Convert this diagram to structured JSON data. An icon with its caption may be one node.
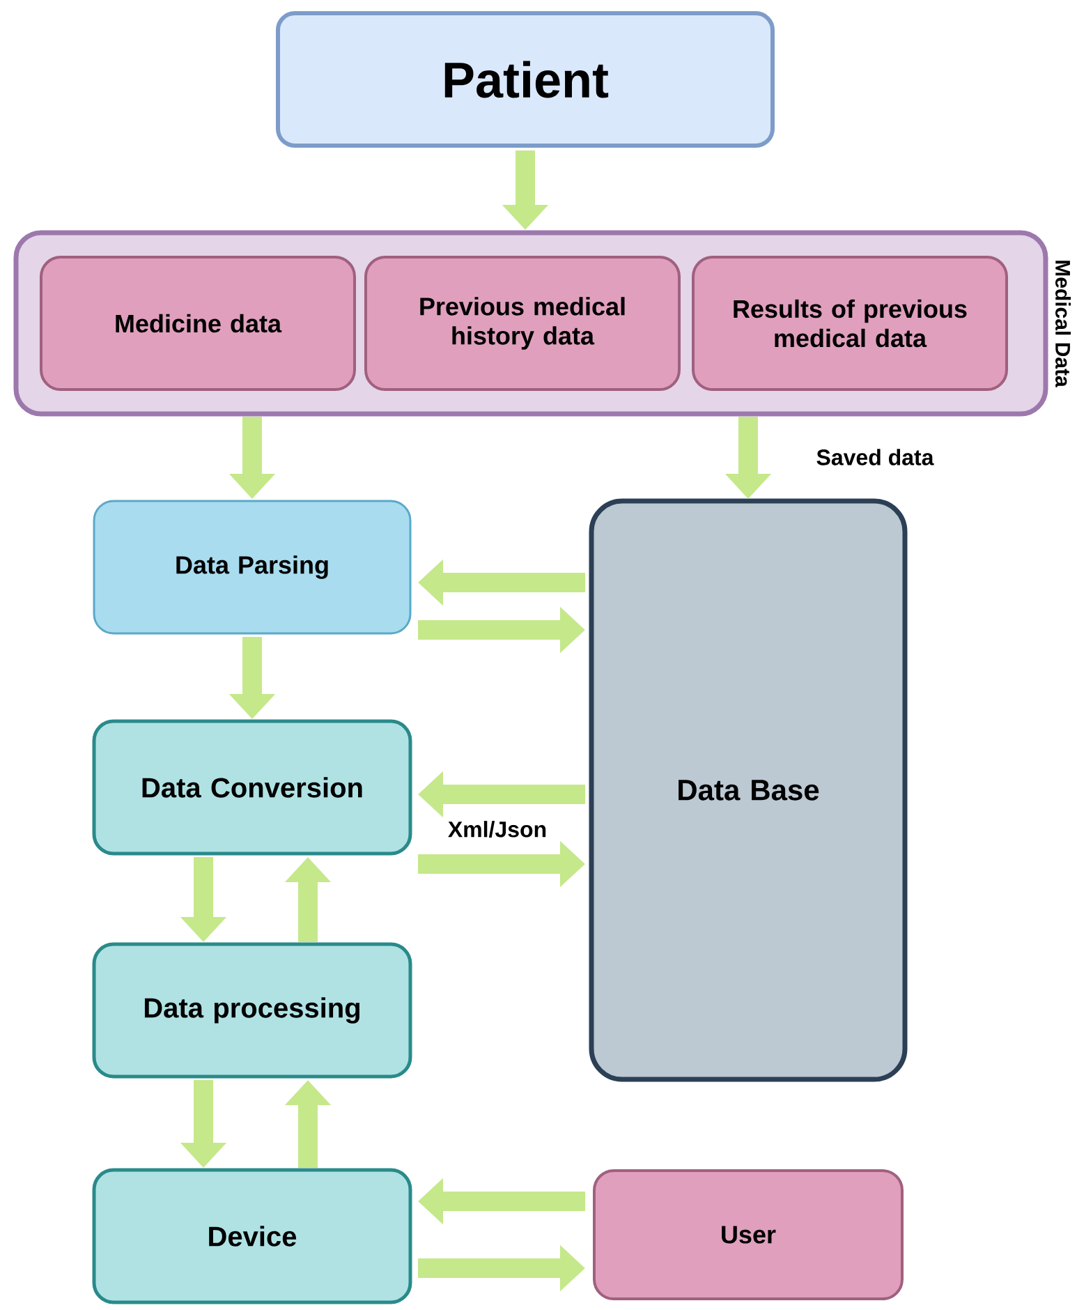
{
  "diagram": {
    "nodes": [
      {
        "text": [
          "Patient"
        ]
      },
      {
        "text": [
          "Medical Data"
        ]
      },
      {
        "text": [
          "Medicine data"
        ],
        "in": 1
      },
      {
        "text": [
          "Previous medical history data"
        ],
        "in": 1
      },
      {
        "text": [
          "Results of previous medical data"
        ],
        "in": 1
      },
      {
        "text": [
          "Data Parsing"
        ]
      },
      {
        "text": [
          "Data Conversion"
        ]
      },
      {
        "text": [
          "Data processing"
        ]
      },
      {
        "text": [
          "Device"
        ]
      },
      {
        "text": [
          "Data Base"
        ]
      },
      {
        "text": [
          "User"
        ]
      }
    ],
    "edges": [
      {
        "from": 0,
        "to": 1,
        "arrow": "to"
      },
      {
        "from": 1,
        "to": 5,
        "arrow": "to"
      },
      {
        "from": 1,
        "to": 9,
        "arrow": "to",
        "label": "Saved data"
      },
      {
        "from": 9,
        "to": 5,
        "arrow": "to"
      },
      {
        "from": 5,
        "to": 9,
        "arrow": "to"
      },
      {
        "from": 5,
        "to": 6,
        "arrow": "to"
      },
      {
        "from": 9,
        "to": 6,
        "arrow": "to"
      },
      {
        "from": 6,
        "to": 9,
        "arrow": "to",
        "label": "Xml/Json"
      },
      {
        "from": 6,
        "to": 7,
        "arrow": "to"
      },
      {
        "from": 7,
        "to": 6,
        "arrow": "to"
      },
      {
        "from": 7,
        "to": 8,
        "arrow": "to"
      },
      {
        "from": 8,
        "to": 7,
        "arrow": "to"
      },
      {
        "from": 10,
        "to": 8,
        "arrow": "to"
      },
      {
        "from": 8,
        "to": 10,
        "arrow": "to"
      }
    ]
  }
}
